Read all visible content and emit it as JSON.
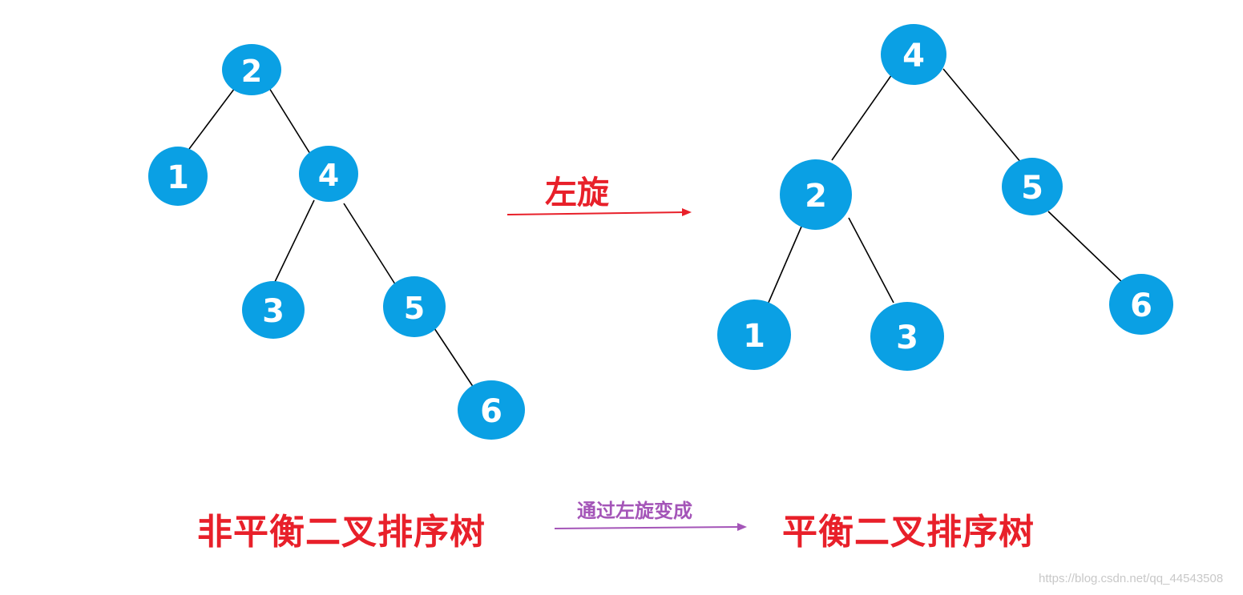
{
  "colors": {
    "node_fill": "#0aa0e4",
    "node_text": "#ffffff",
    "edge": "#000000",
    "caption": "#e8202a",
    "rotate_arrow": "#e8202a",
    "via_text": "#a455b8",
    "via_arrow": "#a455b8",
    "watermark": "#c8c8c8"
  },
  "before_tree": {
    "caption": "非平衡二叉排序树",
    "nodes": [
      "2",
      "1",
      "4",
      "3",
      "5",
      "6"
    ]
  },
  "after_tree": {
    "caption": "平衡二叉排序树",
    "nodes": [
      "4",
      "2",
      "5",
      "1",
      "3",
      "6"
    ]
  },
  "rotation": {
    "label": "左旋"
  },
  "transition": {
    "label": "通过左旋变成"
  },
  "watermark": "https://blog.csdn.net/qq_44543508"
}
